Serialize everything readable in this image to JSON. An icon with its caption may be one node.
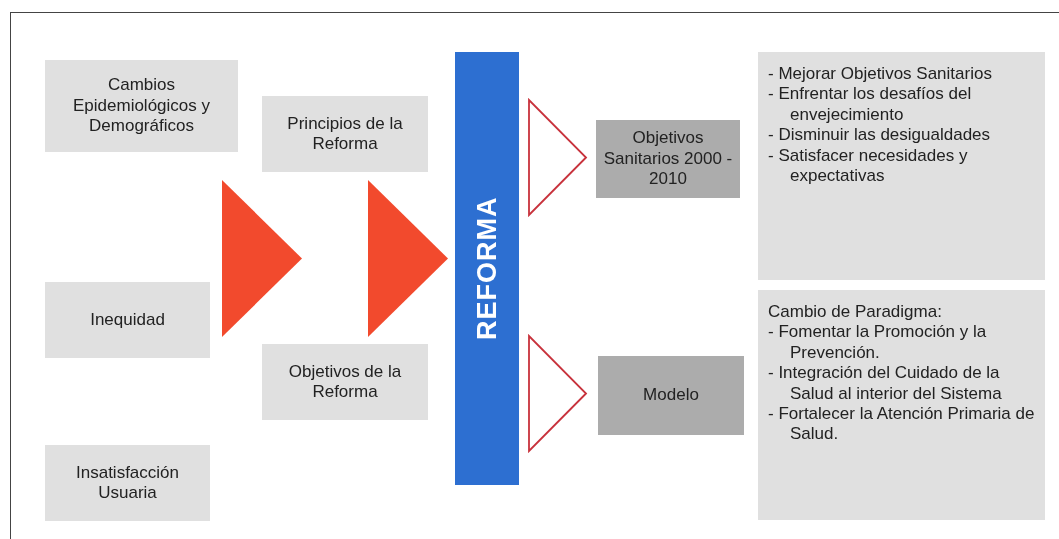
{
  "diagram": {
    "nodes": [
      {
        "text": [
          "Cambios Epidemiológicos y Demográficos"
        ]
      },
      {
        "text": [
          "Inequidad"
        ]
      },
      {
        "text": [
          "Insatisfacción Usuaria"
        ]
      },
      {
        "text": [
          "Principios de la Reforma"
        ]
      },
      {
        "text": [
          "Objetivos de la Reforma"
        ]
      },
      {
        "text": [
          "REFORMA"
        ]
      },
      {
        "text": [
          "Objetivos Sanitarios 2000 - 2010"
        ]
      },
      {
        "text": [
          "Modelo"
        ]
      },
      {
        "text": [
          "- Mejorar Objetivos Sanitarios",
          "- Enfrentar los desafíos del envejecimiento",
          "- Disminuir las desigualdades",
          "- Satisfacer necesidades y expectativas"
        ]
      },
      {
        "text": [
          "Cambio de Paradigma:",
          "- Fomentar la Promoción y la Prevención.",
          "- Integración del Cuidado de la Salud al interior del Sistema",
          "- Fortalecer la Atención Primaria de Salud."
        ]
      }
    ],
    "edges": [
      {
        "from": 1,
        "to": null,
        "arrow": "to"
      },
      {
        "from": null,
        "to": 5,
        "arrow": "to"
      },
      {
        "from": null,
        "to": 6,
        "arrow": "to",
        "color": "#c8323c"
      },
      {
        "from": null,
        "to": 7,
        "arrow": "to",
        "color": "#c8323c"
      }
    ]
  }
}
